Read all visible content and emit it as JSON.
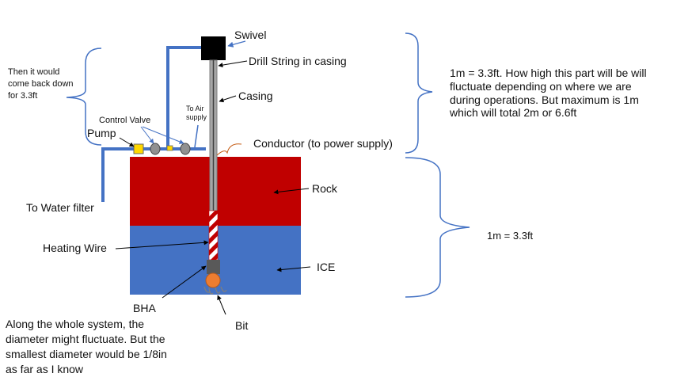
{
  "labels": {
    "swivel": "Swivel",
    "drill_string": "Drill String in casing",
    "casing": "Casing",
    "conductor": "Conductor (to power supply)",
    "rock": "Rock",
    "ice": "ICE",
    "bit": "Bit",
    "bha": "BHA",
    "heating_wire": "Heating Wire",
    "to_water_filter": "To Water filter",
    "pump": "Pump",
    "control_valve": "Control Valve",
    "to_air_supply_1": "To Air",
    "to_air_supply_2": "supply",
    "come_back_1": "Then it would",
    "come_back_2": "come back down",
    "come_back_3": "for 3.3ft"
  },
  "notes": {
    "upper_right": "1m = 3.3ft. How high this part will be will fluctuate depending on where we are during operations. But maximum is 1m which will total 2m or 6.6ft",
    "lower_right": "1m = 3.3ft",
    "diameter_1": "Along the whole system, the",
    "diameter_2": "diameter might fluctuate. But the",
    "diameter_3": "smallest diameter would be 1/8in",
    "diameter_4": "as far as I know"
  },
  "colors": {
    "rock": "#c00000",
    "ice": "#4472c4",
    "pipe": "#4472c4",
    "swivel": "#000000",
    "pump": "#ffd700",
    "valve": "#909090",
    "casing": "#a6a6a6",
    "heating_wire": "#c00000",
    "bha": "#595959",
    "bit": "#ed7d31",
    "conductor_wire": "#c55a11",
    "bracket": "#4472c4"
  }
}
